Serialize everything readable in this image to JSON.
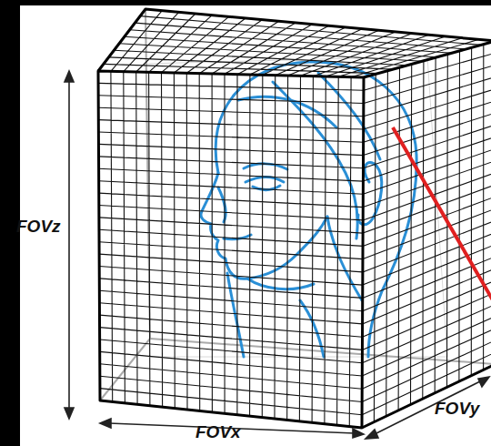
{
  "diagram": {
    "labels": [
      "FOVz",
      "FOVx",
      "FOVy"
    ]
  }
}
